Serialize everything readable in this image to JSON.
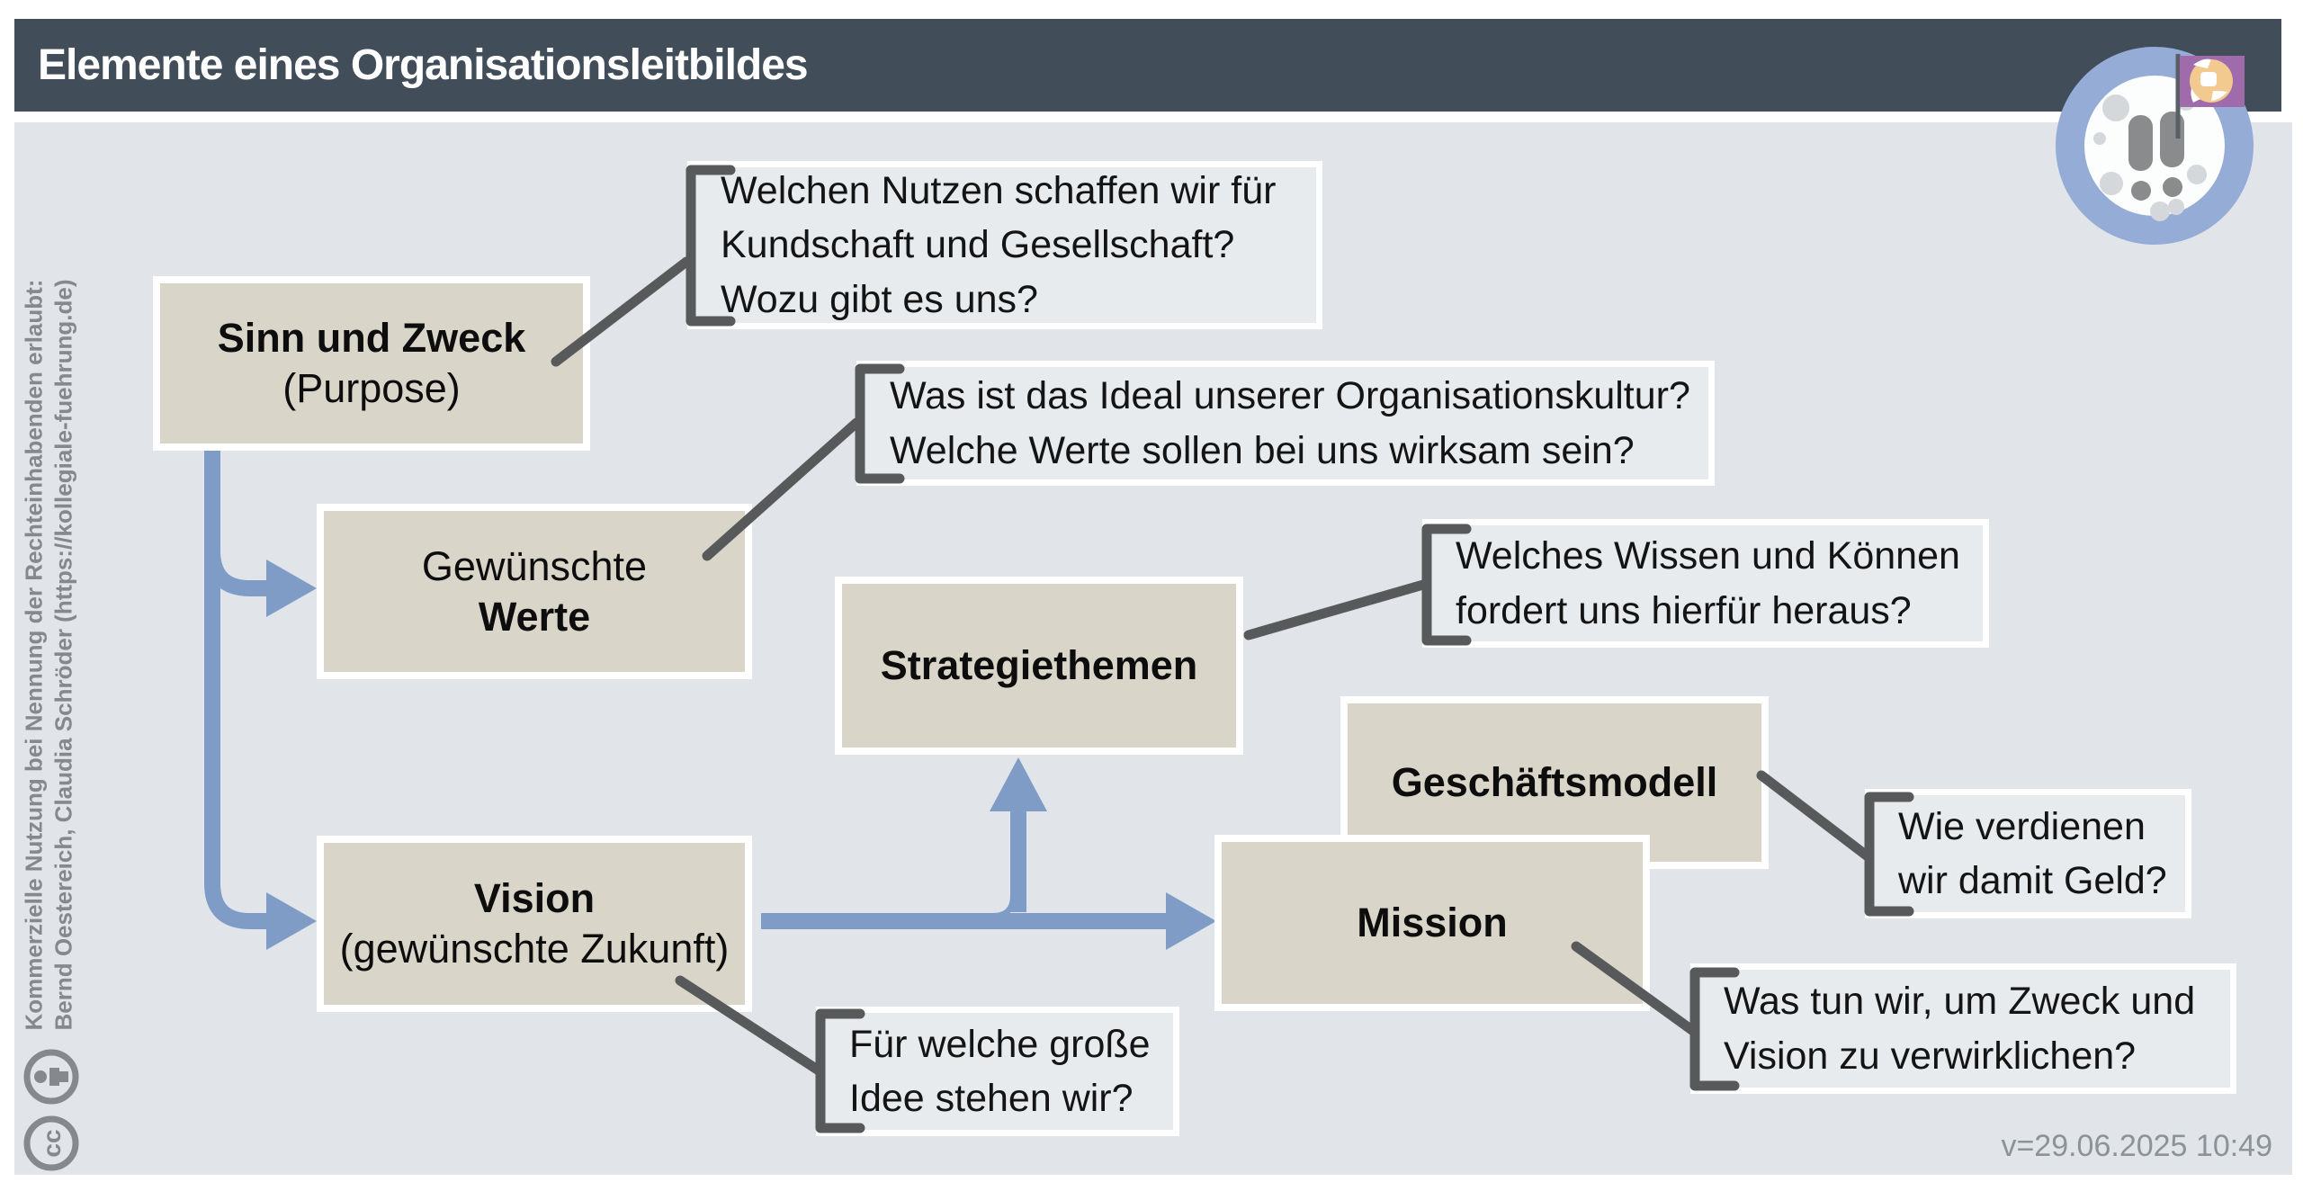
{
  "header": {
    "title": "Elemente eines Organisationsleitbildes"
  },
  "boxes": {
    "purpose": {
      "line1": "Sinn und Zweck",
      "line2": "(Purpose)"
    },
    "values": {
      "line1": "Gewünschte",
      "line2": "Werte"
    },
    "strategy": {
      "line1": "Strategiethemen"
    },
    "vision": {
      "line1": "Vision",
      "line2": "(gewünschte Zukunft)"
    },
    "business_model": {
      "line1": "Geschäftsmodell"
    },
    "mission": {
      "line1": "Mission"
    }
  },
  "annotations": {
    "purpose_q": {
      "line1": "Welchen Nutzen schaffen wir für",
      "line2": "Kundschaft und Gesellschaft?",
      "line3": "Wozu gibt es uns?"
    },
    "values_q": {
      "line1": "Was ist das Ideal unserer Organisationskultur?",
      "line2": "Welche Werte sollen bei uns wirksam sein?"
    },
    "strategy_q": {
      "line1": "Welches Wissen und Können",
      "line2": "fordert uns hierfür heraus?"
    },
    "business_q": {
      "line1": "Wie verdienen",
      "line2": "wir damit Geld?"
    },
    "mission_q": {
      "line1": "Was tun wir, um Zweck und",
      "line2": "Vision zu verwirklichen?"
    },
    "vision_q": {
      "line1": "Für welche große",
      "line2": "Idee stehen wir?"
    }
  },
  "license": {
    "line1": "Kommerzielle Nutzung bei Nennung der Rechteinhabenden erlaubt:",
    "line2": "Bernd Oestereich, Claudia Schröder (https://kollegiale-fuehrung.de)",
    "cc_glyph": "cc"
  },
  "footer": {
    "version": "v=29.06.2025 10:49"
  },
  "icons": {
    "logo": "moon-with-footprints-and-flag",
    "attribution": "person-in-circle",
    "creative_commons": "cc-in-circle"
  },
  "colors": {
    "header_bg": "#414e5a",
    "canvas_bg": "#e1e5e9",
    "box_fill": "#d9d6c9",
    "note_fill": "#e7ebee",
    "arrow_blue": "#7e9cc6",
    "connector_gray": "#58595b",
    "license_gray": "#85888c",
    "logo_ring_blue": "#95acd6",
    "flag_purple": "#a06bab",
    "flag_globe_orange": "#f2c98e"
  }
}
